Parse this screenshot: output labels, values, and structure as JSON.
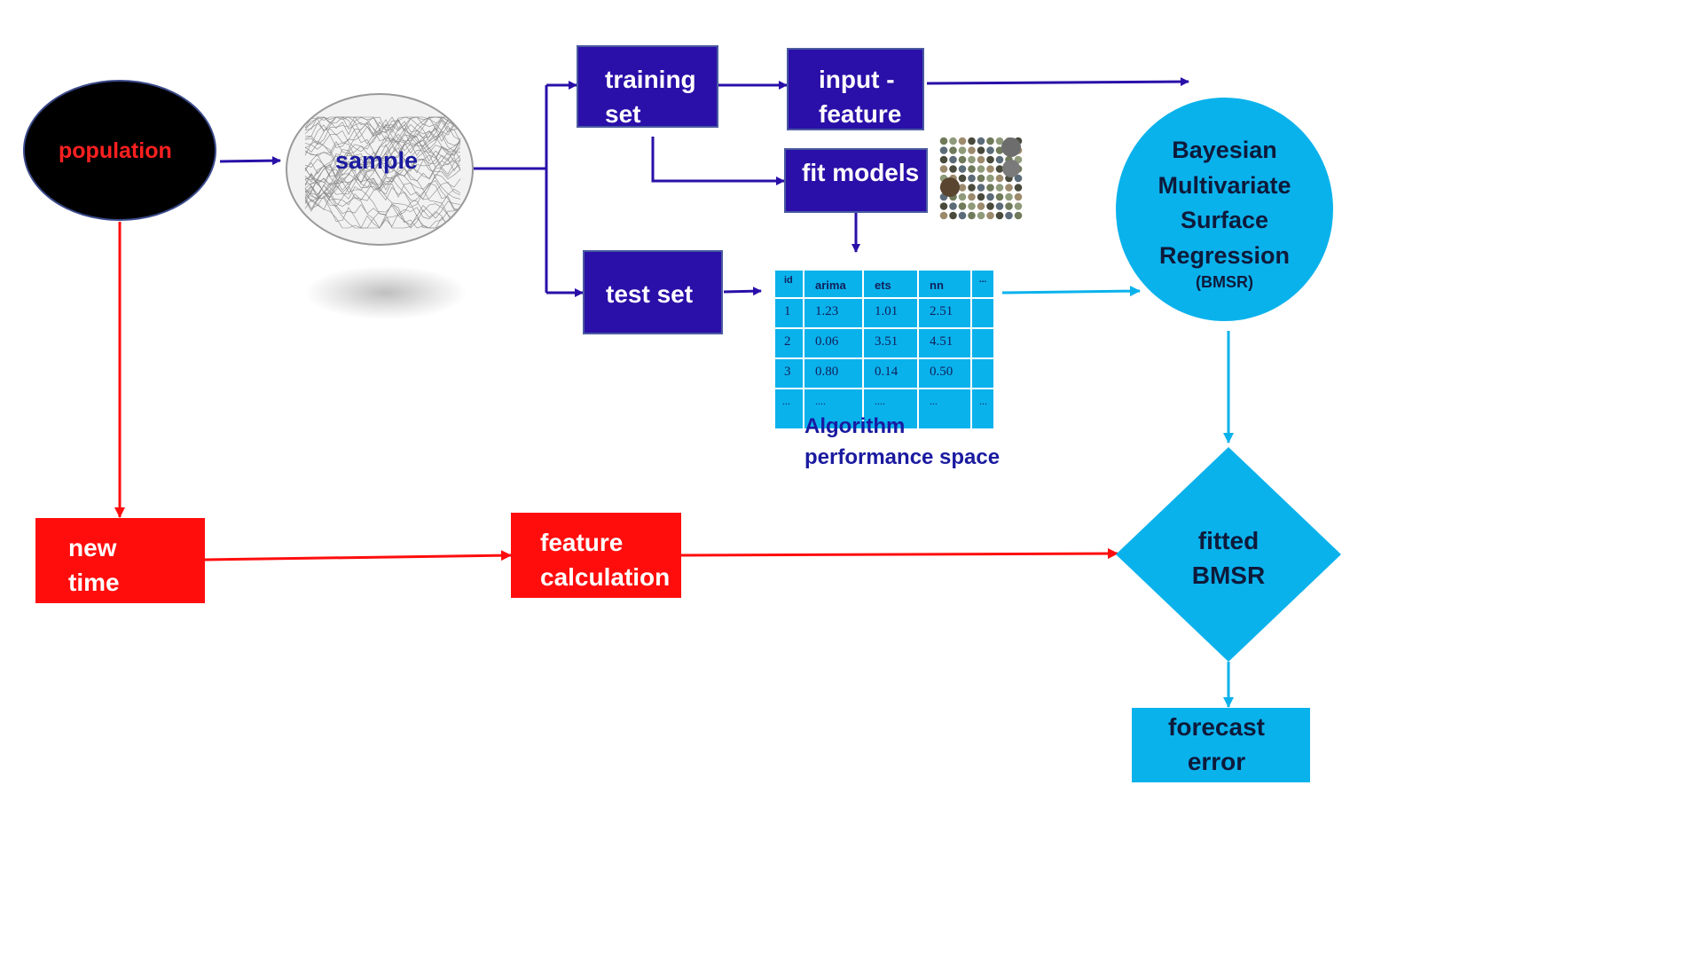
{
  "population": "population",
  "sample": "sample",
  "training_set": [
    "training",
    "set"
  ],
  "input_feature": [
    "input -",
    "feature"
  ],
  "fit_models": "fit models",
  "test_set": "test set",
  "bmsr": [
    "Bayesian",
    "Multivariate",
    "Surface",
    "Regression"
  ],
  "bmsr_abbr": "(BMSR)",
  "performance_table": {
    "headers": [
      "id",
      "arima",
      "ets",
      "nn",
      "..."
    ],
    "rows": [
      [
        "1",
        "1.23",
        "1.01",
        "2.51",
        ""
      ],
      [
        "2",
        "0.06",
        "3.51",
        "4.51",
        ""
      ],
      [
        "3",
        "0.80",
        "0.14",
        "0.50",
        ""
      ],
      [
        "...",
        "....",
        "....",
        "...",
        "..."
      ]
    ]
  },
  "algorithm_space": [
    "Algorithm",
    "performance space"
  ],
  "new_time": [
    "new",
    "time"
  ],
  "feature_calculation": [
    "feature",
    "calculation"
  ],
  "fitted_bmsr": [
    "fitted",
    "BMSR"
  ],
  "forecast_error": [
    "forecast",
    "error"
  ],
  "colors": {
    "dark_blue": "#2a0fa8",
    "red": "#ff0d0d",
    "cyan": "#0ab2ec",
    "label_red": "#ff2020",
    "label_blue": "#1a1aa0"
  }
}
